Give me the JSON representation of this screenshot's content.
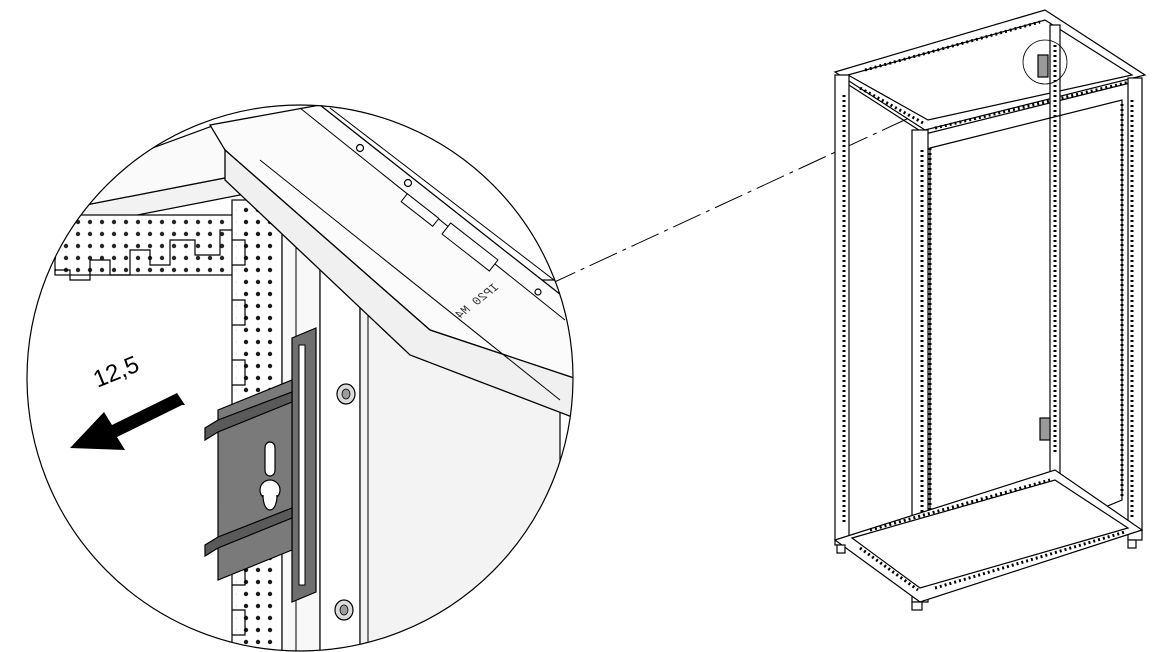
{
  "diagram": {
    "detail_label": "12,5",
    "rail_stamp": "IP20 M4",
    "arrow_direction": "outward-left",
    "colors": {
      "line": "#000000",
      "background": "#ffffff",
      "bracket": "#6f6f6f",
      "bracket_dark": "#4a4a4a",
      "panel": "#f4f4f4"
    },
    "icons": [
      "magnifier-circle",
      "bracket",
      "cabinet-frame",
      "arrow"
    ]
  }
}
